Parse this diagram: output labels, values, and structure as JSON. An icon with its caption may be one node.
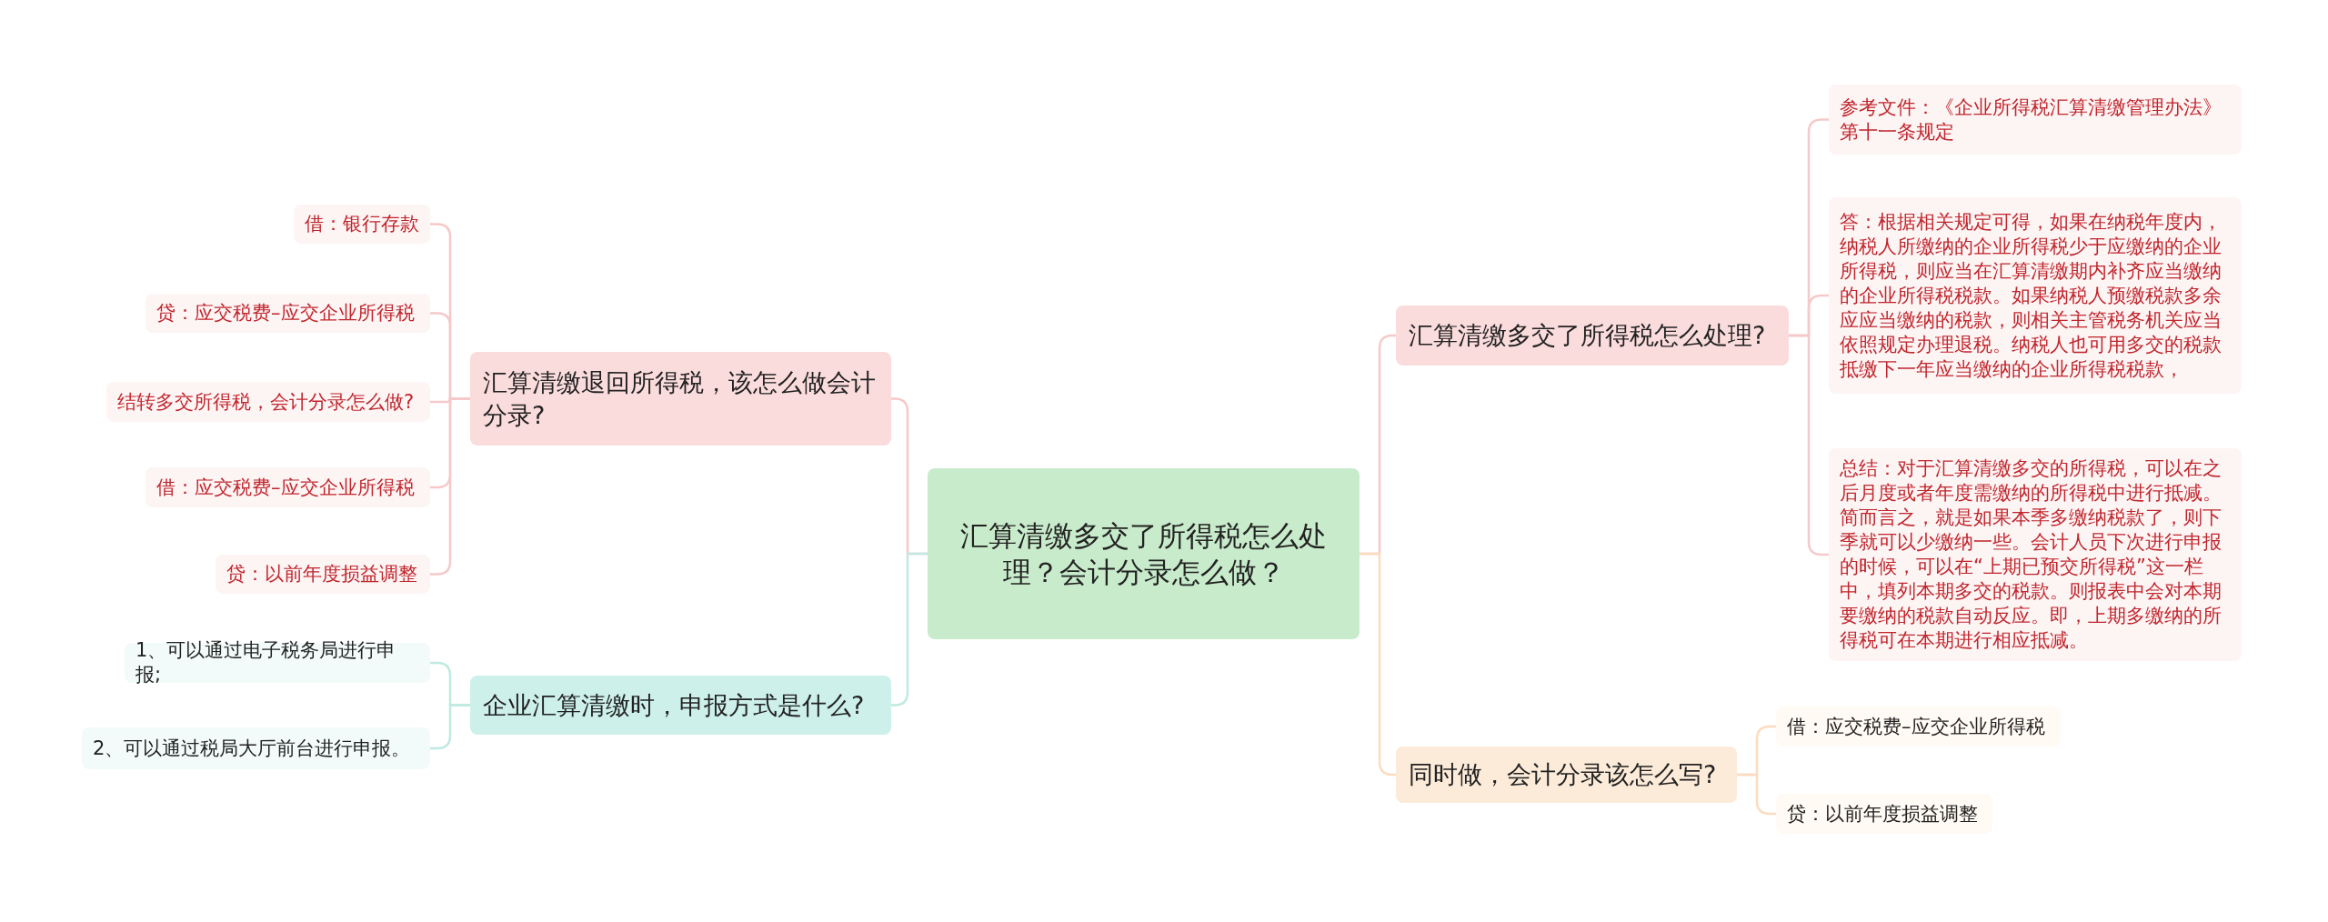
{
  "diagram": {
    "nodes": [
      {
        "text": [
          "汇算清缴多交了所得税怎么处理？会计分录怎么做？"
        ]
      },
      {
        "text": [
          "汇算清缴退回所得税，该怎么做会计分录?"
        ]
      },
      {
        "text": [
          "借：银行存款"
        ]
      },
      {
        "text": [
          "贷：应交税费–应交企业所得税"
        ]
      },
      {
        "text": [
          "结转多交所得税，会计分录怎么做?"
        ]
      },
      {
        "text": [
          "借：应交税费–应交企业所得税"
        ]
      },
      {
        "text": [
          "贷：以前年度损益调整"
        ]
      },
      {
        "text": [
          "企业汇算清缴时，申报方式是什么?"
        ]
      },
      {
        "text": [
          "1、可以通过电子税务局进行申报;"
        ]
      },
      {
        "text": [
          "2、可以通过税局大厅前台进行申报。"
        ]
      },
      {
        "text": [
          "汇算清缴多交了所得税怎么处理?"
        ]
      },
      {
        "text": [
          "参考文件：《企业所得税汇算清缴管理办法》第十一条规定"
        ]
      },
      {
        "text": [
          "答：根据相关规定可得，如果在纳税年度内，纳税人所缴纳的企业所得税少于应缴纳的企业所得税，则应当在汇算清缴期内补齐应当缴纳的企业所得税税款。如果纳税人预缴税款多余应应当缴纳的税款，则相关主管税务机关应当依照规定办理退税。纳税人也可用多交的税款抵缴下一年应当缴纳的企业所得税税款，"
        ]
      },
      {
        "text": [
          "总结：对于汇算清缴多交的所得税，可以在之后月度或者年度需缴纳的所得税中进行抵减。简而言之，就是如果本季多缴纳税款了，则下季就可以少缴纳一些。会计人员下次进行申报的时候，可以在“上期已预交所得税”这一栏中，填列本期多交的税款。则报表中会对本期要缴纳的税款自动反应。即，上期多缴纳的所得税可在本期进行相应抵减。"
        ]
      },
      {
        "text": [
          "同时做，会计分录该怎么写?"
        ]
      },
      {
        "text": [
          "借：应交税费–应交企业所得税"
        ]
      },
      {
        "text": [
          "贷：以前年度损益调整"
        ]
      }
    ],
    "edges": [
      {
        "from": 0,
        "to": 1,
        "arrow": "none",
        "color": "#f5c9c9"
      },
      {
        "from": 1,
        "to": 2,
        "arrow": "none",
        "color": "#f5c9c9"
      },
      {
        "from": 1,
        "to": 3,
        "arrow": "none",
        "color": "#f5c9c9"
      },
      {
        "from": 1,
        "to": 4,
        "arrow": "none",
        "color": "#f5c9c9"
      },
      {
        "from": 1,
        "to": 5,
        "arrow": "none",
        "color": "#f5c9c9"
      },
      {
        "from": 1,
        "to": 6,
        "arrow": "none",
        "color": "#f5c9c9"
      },
      {
        "from": 0,
        "to": 7,
        "arrow": "none",
        "color": "#bfe9e1"
      },
      {
        "from": 7,
        "to": 8,
        "arrow": "none",
        "color": "#bfe9e1"
      },
      {
        "from": 7,
        "to": 9,
        "arrow": "none",
        "color": "#bfe9e1"
      },
      {
        "from": 0,
        "to": 10,
        "arrow": "none",
        "color": "#f5c9c9"
      },
      {
        "from": 10,
        "to": 11,
        "arrow": "none",
        "color": "#f5c9c9"
      },
      {
        "from": 10,
        "to": 12,
        "arrow": "none",
        "color": "#f5c9c9"
      },
      {
        "from": 10,
        "to": 13,
        "arrow": "none",
        "color": "#f5c9c9"
      },
      {
        "from": 0,
        "to": 14,
        "arrow": "none",
        "color": "#fbdcc0"
      },
      {
        "from": 14,
        "to": 15,
        "arrow": "none",
        "color": "#fbdcc0"
      },
      {
        "from": 14,
        "to": 16,
        "arrow": "none",
        "color": "#fbdcc0"
      }
    ]
  }
}
